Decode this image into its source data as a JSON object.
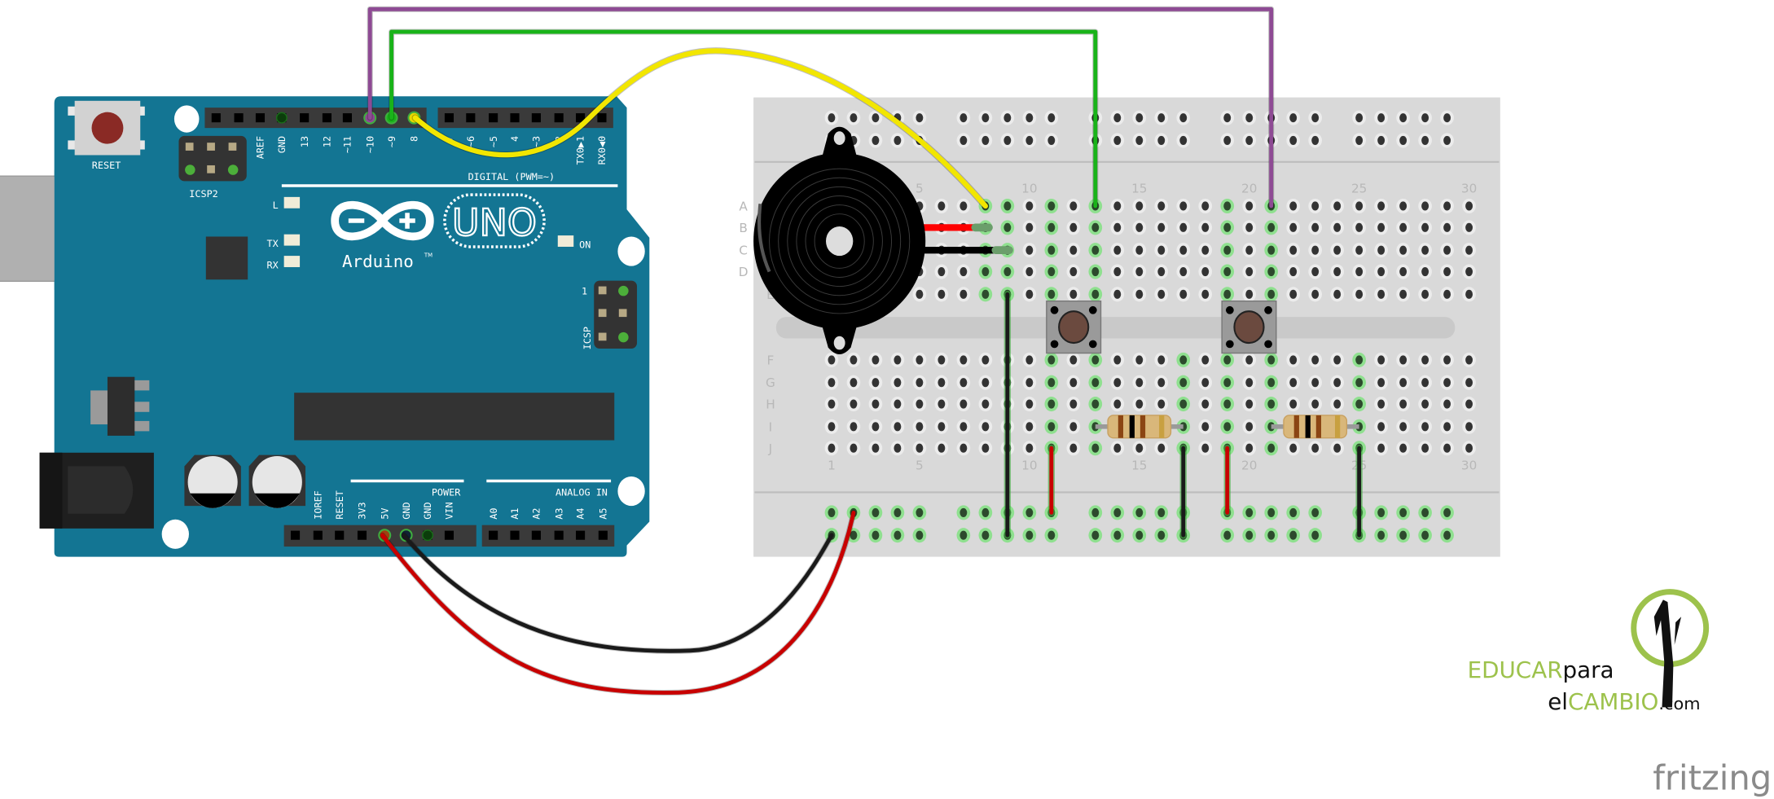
{
  "arduino": {
    "reset_label": "RESET",
    "icsp2_label": "ICSP2",
    "icsp_label": "ICSP",
    "icsp_pin1_label": "1",
    "digital_label": "DIGITAL (PWM=~)",
    "led_labels": [
      "L",
      "TX",
      "RX",
      "ON"
    ],
    "brand": "Arduino",
    "trademark": "TM",
    "model": "UNO",
    "digital_pins_left": [
      "",
      "",
      "AREF",
      "GND",
      "13",
      "12",
      "~11",
      "~10",
      "~9",
      "8"
    ],
    "digital_pins_right": [
      "7",
      "~6",
      "~5",
      "4",
      "~3",
      "2",
      "TX0▶1",
      "RX0◀0"
    ],
    "power_label": "POWER",
    "power_pins": [
      "",
      "IOREF",
      "RESET",
      "3V3",
      "5V",
      "GND",
      "GND",
      "VIN"
    ],
    "analog_label": "ANALOG IN",
    "analog_pins": [
      "A0",
      "A1",
      "A2",
      "A3",
      "A4",
      "A5"
    ]
  },
  "breadboard": {
    "column_numbers": [
      "1",
      "5",
      "10",
      "15",
      "20",
      "25",
      "30"
    ],
    "row_letters": [
      "A",
      "B",
      "C",
      "D",
      "E",
      "F",
      "G",
      "H",
      "I",
      "J"
    ]
  },
  "wires": {
    "pin10_color": "#8e4a94",
    "pin9_color": "#19b319",
    "pin8_color": "#f2e600",
    "power_color": "#c80000",
    "ground_color": "#1a1a1a"
  },
  "colors": {
    "board": "#137593",
    "breadboard": "#d9d9d9",
    "logo_green": "#9dc24c",
    "fritzing_grey": "#8a8a8a"
  },
  "logos": {
    "educar_line1_green": "EDUCAR",
    "educar_line1_black": "para",
    "educar_line2_black": "el",
    "educar_line2_green": "CAMBIO",
    "educar_line2_suffix": ".com",
    "fritzing": "fritzing"
  }
}
